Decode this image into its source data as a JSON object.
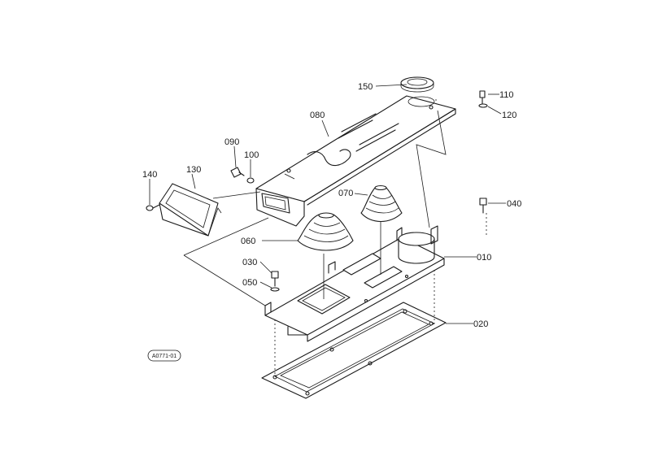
{
  "callouts": [
    {
      "id": "150",
      "text": "150"
    },
    {
      "id": "110",
      "text": "110"
    },
    {
      "id": "120",
      "text": "120"
    },
    {
      "id": "080",
      "text": "080"
    },
    {
      "id": "090",
      "text": "090"
    },
    {
      "id": "100",
      "text": "100"
    },
    {
      "id": "130",
      "text": "130"
    },
    {
      "id": "140",
      "text": "140"
    },
    {
      "id": "070",
      "text": "070"
    },
    {
      "id": "040",
      "text": "040"
    },
    {
      "id": "060",
      "text": "060"
    },
    {
      "id": "010",
      "text": "010"
    },
    {
      "id": "030",
      "text": "030"
    },
    {
      "id": "050",
      "text": "050"
    },
    {
      "id": "020",
      "text": "020"
    }
  ],
  "drawing_ref": "A0771-01"
}
